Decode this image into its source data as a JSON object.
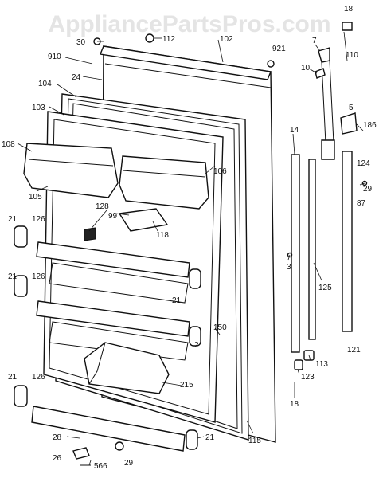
{
  "watermark": "AppliancePartsPros.com",
  "callouts": {
    "c18a": "18",
    "c110": "110",
    "c30": "30",
    "c112": "112",
    "c102": "102",
    "c7": "7",
    "c910": "910",
    "c921": "921",
    "c24": "24",
    "c10": "10",
    "c104": "104",
    "c5": "5",
    "c103": "103",
    "c186": "186",
    "c14": "14",
    "c108": "108",
    "c124": "124",
    "c29a": "29",
    "c106": "106",
    "c105": "105",
    "c128": "128",
    "c99": "99",
    "c87": "87",
    "c21a": "21",
    "c126a": "126",
    "c118": "118",
    "c3": "3",
    "c125": "125",
    "c21b": "21",
    "c126b": "126",
    "c21c": "21",
    "c150": "150",
    "c21d": "21",
    "c113": "113",
    "c121": "121",
    "c123": "123",
    "c215": "215",
    "c18b": "18",
    "c21e": "21",
    "c126c": "126",
    "c115": "115",
    "c28": "28",
    "c21f": "21",
    "c26": "26",
    "c566": "566",
    "c29b": "29"
  }
}
